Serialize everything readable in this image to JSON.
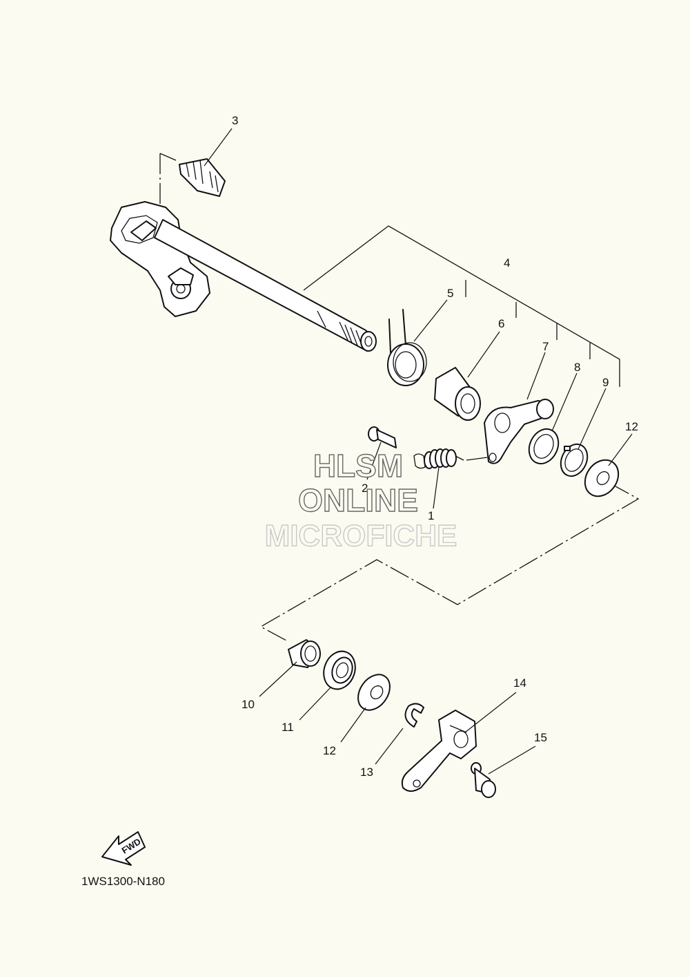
{
  "callouts": {
    "c1": "1",
    "c2": "2",
    "c3": "3",
    "c4": "4",
    "c5": "5",
    "c6": "6",
    "c7": "7",
    "c8": "8",
    "c9": "9",
    "c10": "10",
    "c11": "11",
    "c12a": "12",
    "c12b": "12",
    "c13": "13",
    "c14": "14",
    "c15": "15"
  },
  "watermark": {
    "line1": "HLSM",
    "line2": "ONLINE",
    "line3": "MICROFICHE"
  },
  "fwd_label": "FWD",
  "diagram_code": "1WS1300-N180"
}
